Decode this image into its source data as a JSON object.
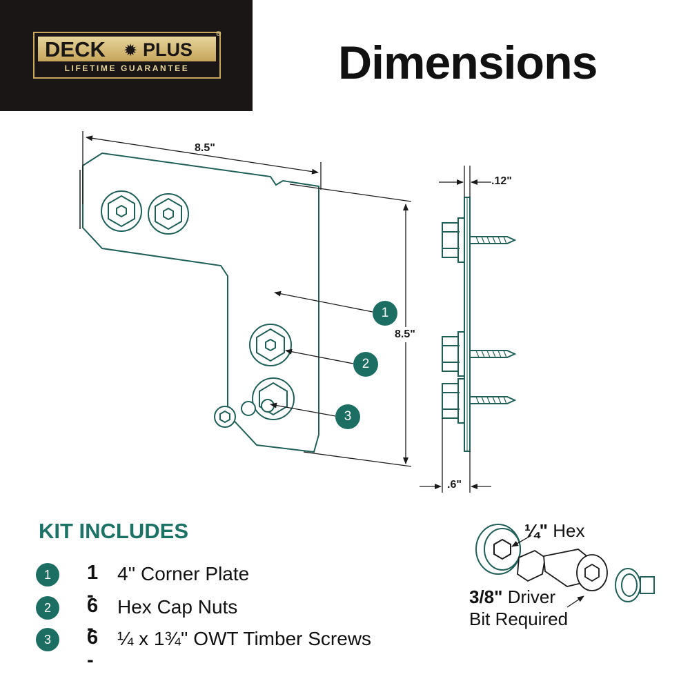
{
  "brand": {
    "name_left": "DECK",
    "name_right": "PLUS",
    "registered": "®",
    "tagline": "LIFETIME GUARANTEE"
  },
  "title": "Dimensions",
  "dimensions": {
    "plate_width": "8.5\"",
    "plate_height": "8.5\"",
    "plate_thickness": ".12\"",
    "profile_depth": ".6\""
  },
  "callouts": [
    "1",
    "2",
    "3"
  ],
  "kit": {
    "heading": "KIT INCLUDES",
    "items": [
      {
        "num": "1",
        "qty": "1 -",
        "desc": "4'' Corner Plate"
      },
      {
        "num": "2",
        "qty": "6 -",
        "desc": "Hex Cap Nuts"
      },
      {
        "num": "3",
        "qty": "6 -",
        "desc": "¼ x 1¾'' OWT Timber Screws"
      }
    ]
  },
  "tool": {
    "hex_size": "¼\"",
    "hex_word": "Hex",
    "driver_size": "3/8\"",
    "driver_word": "Driver",
    "required_line": "Bit Required"
  },
  "colors": {
    "brand_bg": "#1a1616",
    "gold": "#c9a85e",
    "accent_teal": "#1d6e62",
    "plate_line": "#1f5f57"
  }
}
